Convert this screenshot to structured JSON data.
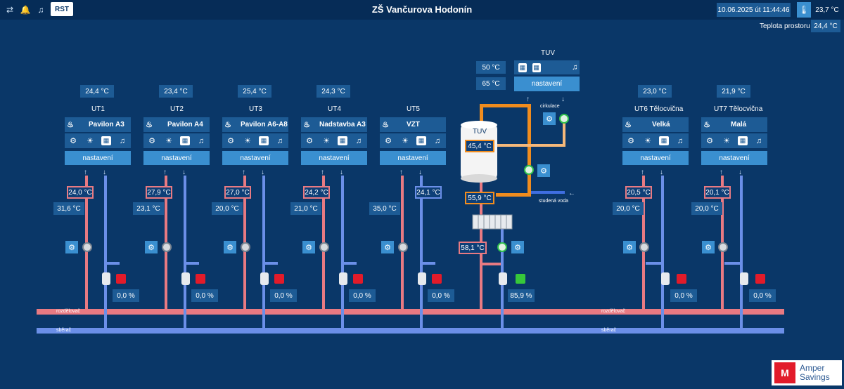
{
  "header": {
    "rst_label": "RST",
    "title": "ZŠ Vančurova Hodonín",
    "datetime": "10.06.2025 út 11:44:46",
    "outdoor_temp": "23,7 °C",
    "room_label": "Teplota prostoru",
    "room_temp": "24,4 °C"
  },
  "circuits": [
    {
      "id": "UT1",
      "name": "Pavilon A3",
      "top_temp": "24,4 °C",
      "flow_temp": "24,0 °C",
      "side_temp": "31,6 °C",
      "valve_pos": "0,0 %",
      "settings": "nastavení",
      "flow_color": "red"
    },
    {
      "id": "UT2",
      "name": "Pavilon A4",
      "top_temp": "23,4 °C",
      "flow_temp": "27,9 °C",
      "side_temp": "23,1 °C",
      "valve_pos": "0,0 %",
      "settings": "nastavení",
      "flow_color": "red"
    },
    {
      "id": "UT3",
      "name": "Pavilon A6-A8",
      "top_temp": "25,4 °C",
      "flow_temp": "27,0 °C",
      "side_temp": "20,0 °C",
      "valve_pos": "0,0 %",
      "settings": "nastavení",
      "flow_color": "red"
    },
    {
      "id": "UT4",
      "name": "Nadstavba A3",
      "top_temp": "24,3 °C",
      "flow_temp": "24,2 °C",
      "side_temp": "21,0 °C",
      "valve_pos": "0,0 %",
      "settings": "nastavení",
      "flow_color": "red"
    },
    {
      "id": "UT5",
      "name": "VZT",
      "top_temp": "",
      "flow_temp": "24,1 °C",
      "side_temp": "35,0 °C",
      "valve_pos": "0,0 %",
      "settings": "nastavení",
      "flow_color": "blue"
    },
    {
      "id": "UT6 Tělocvična",
      "name": "Velká",
      "top_temp": "23,0 °C",
      "flow_temp": "20,5 °C",
      "side_temp": "20,0 °C",
      "valve_pos": "0,0 %",
      "settings": "nastavení",
      "flow_color": "red"
    },
    {
      "id": "UT7 Tělocvična",
      "name": "Malá",
      "top_temp": "21,9 °C",
      "flow_temp": "20,1 °C",
      "side_temp": "20,0 °C",
      "valve_pos": "0,0 %",
      "settings": "nastavení",
      "flow_color": "red"
    }
  ],
  "tuv": {
    "title": "TUV",
    "setpoint1": "50 °C",
    "setpoint2": "65 °C",
    "settings": "nastavení",
    "tank_label": "TUV",
    "tank_temp": "45,4 °C",
    "outlet_temp": "55,9 °C",
    "hx_temp": "58,1 °C",
    "valve_pos": "85,9 %",
    "circulation": "cirkulace",
    "cold_water": "studená voda"
  },
  "headers_pipes": {
    "distributor": "rozdělovač",
    "collector": "sběrač"
  },
  "logo": {
    "line1": "Amper",
    "line2": "Savings",
    "brand_color": "#e21b2a"
  },
  "colors": {
    "background": "#0a3768",
    "supply": "#e87a82",
    "return": "#6b8fe8",
    "hot_water": "#f08c1e"
  }
}
